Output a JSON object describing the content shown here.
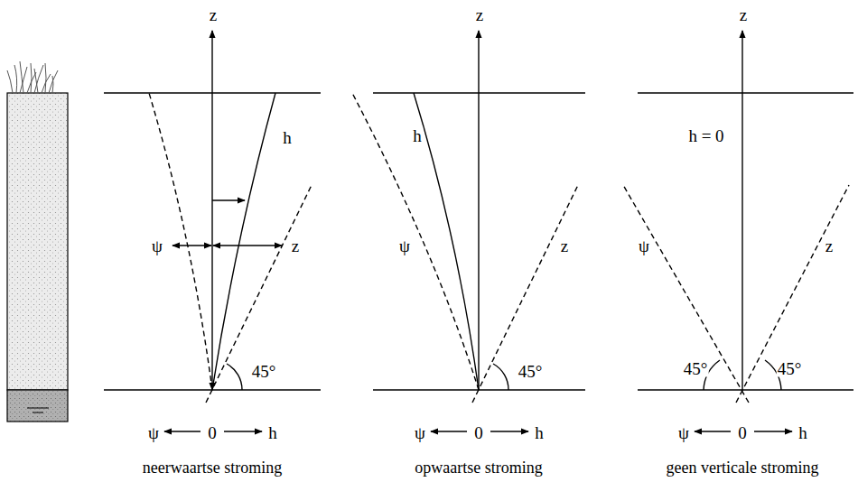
{
  "diagram": {
    "labels": [
      "z",
      "h",
      "ψ",
      "z",
      "45°",
      "ψ",
      "0",
      "h",
      "neerwaartse stroming",
      "z",
      "h",
      "ψ",
      "z",
      "45°",
      "ψ",
      "0",
      "h",
      "opwaartse stroming",
      "z",
      "h = 0",
      "ψ",
      "z",
      "45°",
      "45°",
      "ψ",
      "0",
      "h",
      "geen verticale stroming"
    ]
  }
}
